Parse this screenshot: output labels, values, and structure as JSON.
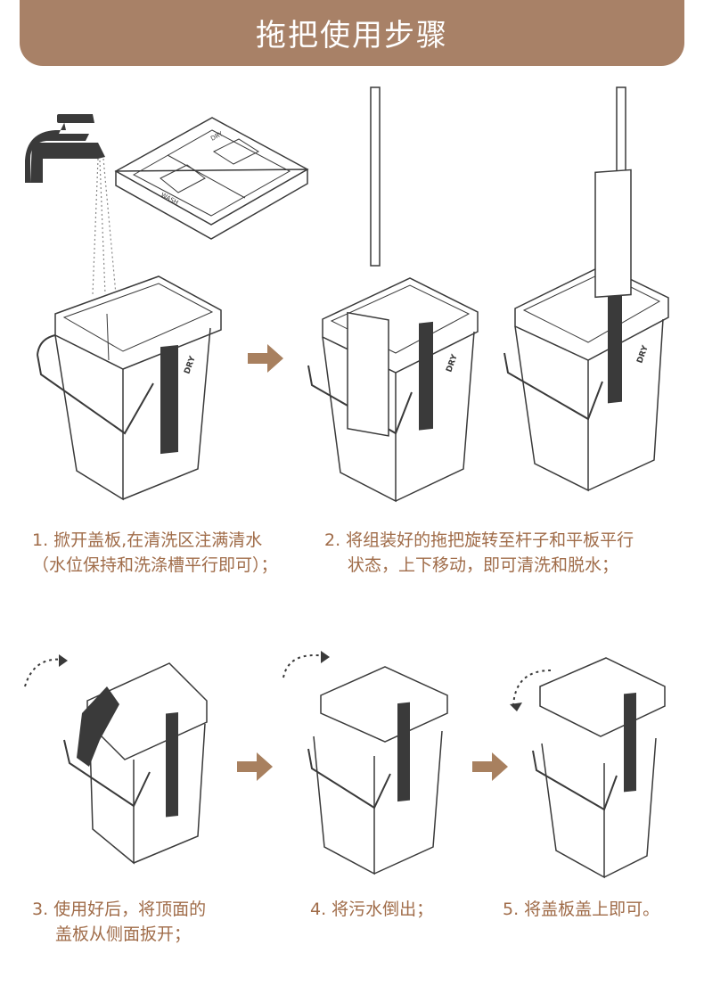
{
  "title": "拖把使用步骤",
  "colors": {
    "banner": "#a88167",
    "caption_text": "#a06c49",
    "arrow": "#a8805f",
    "line": "#3a3a3a"
  },
  "illustration_labels": {
    "dry": "DRY",
    "wash": "WASH"
  },
  "steps": [
    {
      "line1": "1. 掀开盖板,在清洗区注满清水",
      "line2": "（水位保持和洗涤槽平行即可）；"
    },
    {
      "line1": "2. 将组装好的拖把旋转至杆子和平板平行",
      "line2": "状态，上下移动，即可清洗和脱水；"
    },
    {
      "line1": "3. 使用好后，将顶面的",
      "line2": "盖板从侧面扳开；"
    },
    {
      "line1": "4. 将污水倒出；"
    },
    {
      "line1": "5. 将盖板盖上即可。"
    }
  ]
}
